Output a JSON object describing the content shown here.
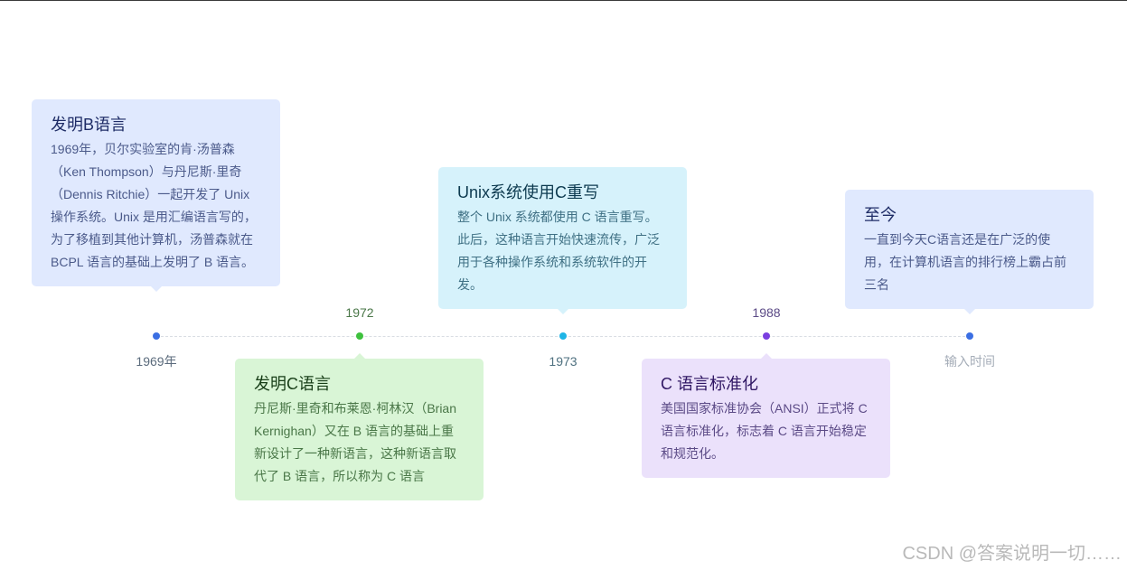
{
  "events": [
    {
      "date": "1969年",
      "title": "发明B语言",
      "body": "1969年，贝尔实验室的肯·汤普森（Ken Thompson）与丹尼斯·里奇（Dennis Ritchie）一起开发了 Unix 操作系统。Unix 是用汇编语言写的，为了移植到其他计算机，汤普森就在 BCPL 语言的基础上发明了 B 语言。",
      "color": "#3b6fe3",
      "card_bg": "#e0e9fe",
      "title_color": "#1e2c66",
      "text_color": "#4b5a8a",
      "date_color": "#5b6b7c"
    },
    {
      "date": "1972",
      "title": "发明C语言",
      "body": "丹尼斯·里奇和布莱恩·柯林汉（Brian Kernighan）又在 B 语言的基础上重新设计了一种新语言，这种新语言取代了 B 语言，所以称为 C 语言",
      "color": "#3ec13e",
      "card_bg": "#d9f5d6",
      "title_color": "#173d17",
      "text_color": "#4a7748",
      "date_color": "#4a7748"
    },
    {
      "date": "1973",
      "title": "Unix系统使用C重写",
      "body": "整个 Unix 系统都使用 C 语言重写。此后，这种语言开始快速流传，广泛用于各种操作系统和系统软件的开发。",
      "color": "#1fb5e6",
      "card_bg": "#d6f2fb",
      "title_color": "#0d3a4f",
      "text_color": "#3f7084",
      "date_color": "#4f7180"
    },
    {
      "date": "1988",
      "title": "C 语言标准化",
      "body": "美国国家标准协会（ANSI）正式将 C 语言标准化，标志着 C 语言开始稳定和规范化。",
      "color": "#7a3fe0",
      "card_bg": "#ebe1fb",
      "title_color": "#2f1663",
      "text_color": "#5b4a86",
      "date_color": "#5b4a86"
    },
    {
      "date": "输入时间",
      "title": "至今",
      "body": "一直到今天C语言还是在广泛的使用，在计算机语言的排行榜上霸占前三名",
      "color": "#3b6fe3",
      "card_bg": "#e0e9fe",
      "title_color": "#1e2c66",
      "text_color": "#4b5a8a",
      "date_color": "#a5adb8"
    }
  ],
  "watermark": "CSDN @答案说明一切……"
}
